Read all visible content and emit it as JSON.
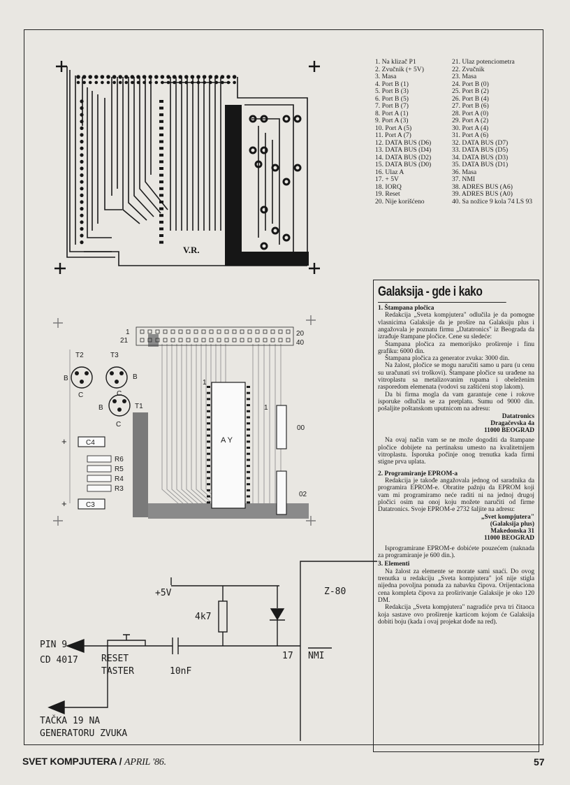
{
  "pin_list_left": [
    "1. Na klizač P1",
    "2. Zvučnik (+ 5V)",
    "3. Masa",
    "4. Port B (1)",
    "5. Port B (3)",
    "6. Port B (5)",
    "7. Port B (7)",
    "8. Port A (1)",
    "9. Port A (3)",
    "10. Port A (5)",
    "11. Port A (7)",
    "12. DATA BUS (D6)",
    "13. DATA BUS (D4)",
    "14. DATA BUS (D2)",
    "15. DATA BUS (D0)",
    "16. Ulaz A",
    "17. + 5V",
    "18. IORQ",
    "19. Reset",
    "20. Nije korišćeno"
  ],
  "pin_list_right": [
    "21. Ulaz potenciometra",
    "22. Zvučnik",
    "23. Masa",
    "24. Port B (0)",
    "25. Port B (2)",
    "26. Port B (4)",
    "27. Port B (6)",
    "28. Port A (0)",
    "29. Port A (2)",
    "30. Port A (4)",
    "31. Port A (6)",
    "32. DATA BUS (D7)",
    "33. DATA BUS (D5)",
    "34. DATA BUS (D3)",
    "35. DATA BUS (D1)",
    "36. Masa",
    "37. NMI",
    "38. ADRES BUS (A6)",
    "39. ADRES BUS (A0)",
    "40. Sa nožice 9 kola 74 LS 93"
  ],
  "pcb": {
    "initials": "V.R.",
    "mark": "+"
  },
  "layout_board": {
    "pin1": "1",
    "pin21": "21",
    "pin20": "20",
    "pin40": "40",
    "t2": "T2",
    "t3": "T3",
    "t1": "T1",
    "b": "B",
    "c": "C",
    "c4": "C4",
    "c3": "C3",
    "r6": "R6",
    "r5": "R5",
    "r4": "R4",
    "r3": "R3",
    "ay": "A Y",
    "ic_pin1": "1",
    "chip_pin1": "1",
    "label00": "00",
    "label02": "02",
    "plus": "+"
  },
  "schematic": {
    "vcc": "+5V",
    "resistor": "4k7",
    "chip": "Z-80",
    "pin17": "17",
    "nmi": "NMI",
    "pin9_a": "PIN 9",
    "pin9_b": "CD 4017",
    "reset_a": "RESET",
    "reset_b": "TASTER",
    "cap": "10nF",
    "tacka_a": "TAČKA 19 NA",
    "tacka_b": "GENERATORU ZVUKA"
  },
  "article": {
    "title": "Galaksija - gde i kako",
    "s1_head": "1. Štampana pločica",
    "s1_p1": "Redakcija „Sveta kompjutera\" odlučila je da pomogne vlasnicima Galaksije da je prošire na Galaksiju plus i angažovala je poznatu firmu „Datatronics\" iz Beograda da izrađuje štampane pločice. Cene su sledeće:",
    "s1_p2": "Štampana pločica za memorijsko proširenje i finu grafiku: 6000 din.",
    "s1_p3": "Štampana pločica za generator zvuka: 3000 din.",
    "s1_p4": "Na žalost, pločice se mogu naručiti samo u paru (u cenu su uračunati svi troškovi). Štampane pločice su urađene na vitroplastu sa metalizovanim rupama i obeleženim rasporedom elemenata (vodovi su zaštićeni stop lakom).",
    "s1_p5": "Da bi firma mogla da vam garantuje cene i rokove isporuke odlučila se za pretplatu. Sumu od 9000 din. pošaljite poštanskom uputnicom na adresu:",
    "addr1": [
      "Datatronics",
      "Dragačevska 4a",
      "11000 BEOGRAD"
    ],
    "s1_p6": "Na ovaj način vam se ne može dogoditi da štampane pločice dobijete na pertinaksu umesto na kvalitetnijem vitroplastu. Isporuka počinje onog trenutka kada firmi stigne prva uplata.",
    "s2_head": "2. Programiranje EPROM-a",
    "s2_p1": "Redakcija je takođe angažovala jednog od saradnika da programira EPROM-e. Obratite pažnju da EPROM koji vam mi programiramo neće raditi ni na jednoj drugoj pločici osim na onoj koju možete naručiti od firme Datatronics. Svoje EPROM-e 2732 šaljite na adresu:",
    "addr2": [
      "„Svet kompjutera\"",
      "(Galaksija plus)",
      "Makedonska 31",
      "11000 BEOGRAD"
    ],
    "s2_p2": "Isprogramirane EPROM-e dobićete pouzećem (naknada za programiranje je 600 din.).",
    "s3_head": "3. Elementi",
    "s3_p1": "Na žalost za elemente se morate sami snaći. Do ovog trenutka u redakciju „Sveta kompjutera\" još nije stigla nijedna povoljna ponuda za nabavku čipova. Orijentaciona cena kompleta čipova za proširivanje Galaksije je oko 120 DM.",
    "s3_p2": "Redakcija „Sveta kompjutera\" nagradiće prva tri čitaoca koja sastave ovo proširenje karticom kojom će Galaksija dobiti boju (kada i ovaj projekat dođe na red)."
  },
  "footer": {
    "magazine": "SVET KOMPJUTERA /",
    "issue": "APRIL '86.",
    "page": "57"
  }
}
